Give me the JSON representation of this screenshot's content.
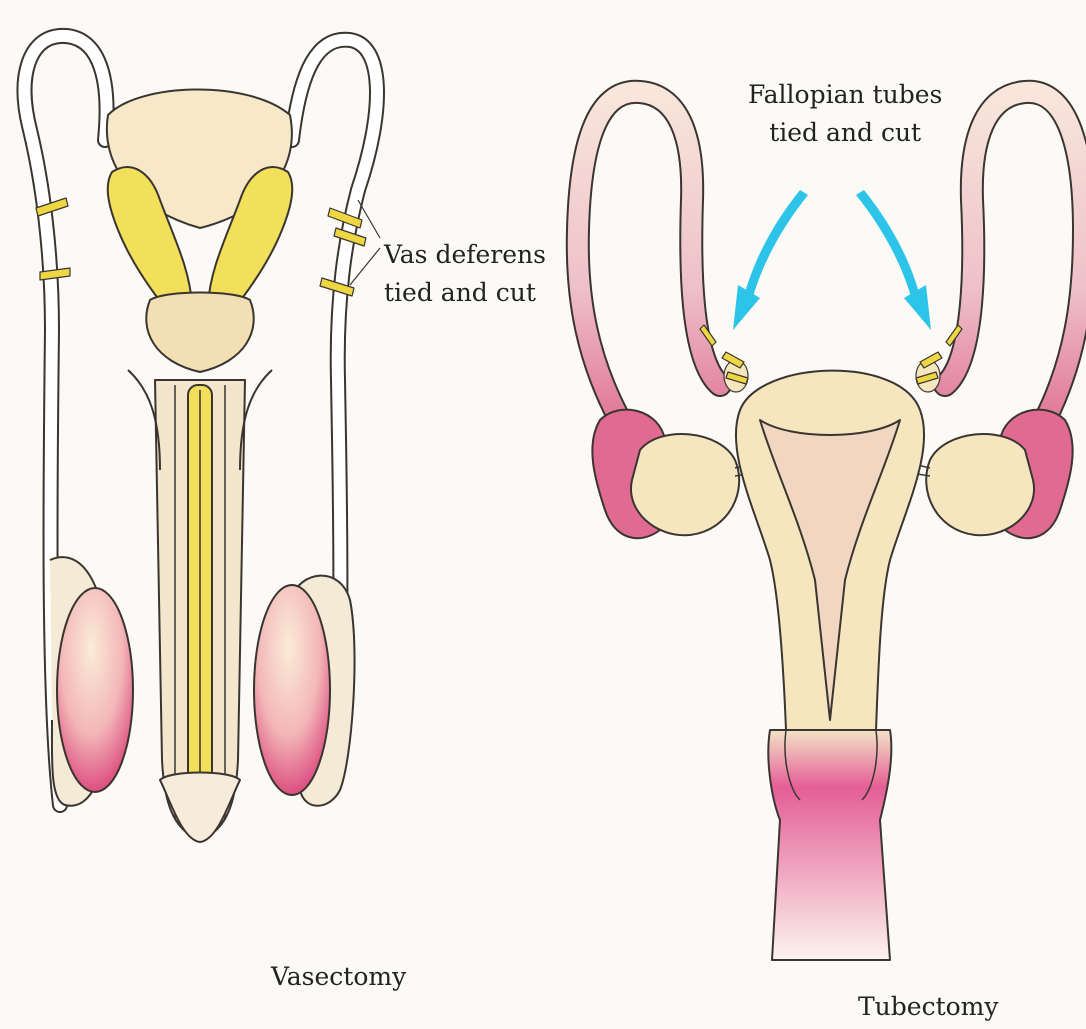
{
  "figure": {
    "left_caption": "Vasectomy",
    "right_caption": "Tubectomy"
  },
  "labels": {
    "vas_line1": "Vas deferens",
    "vas_line2": "tied and cut",
    "fallopian_line1": "Fallopian tubes",
    "fallopian_line2": "tied and cut"
  },
  "colors": {
    "tissue": "#f6e6bf",
    "gland_yellow": "#f2df5a",
    "pink": "#e06a92",
    "arrow_cyan": "#2cc4e8",
    "outline": "#3a3530"
  }
}
